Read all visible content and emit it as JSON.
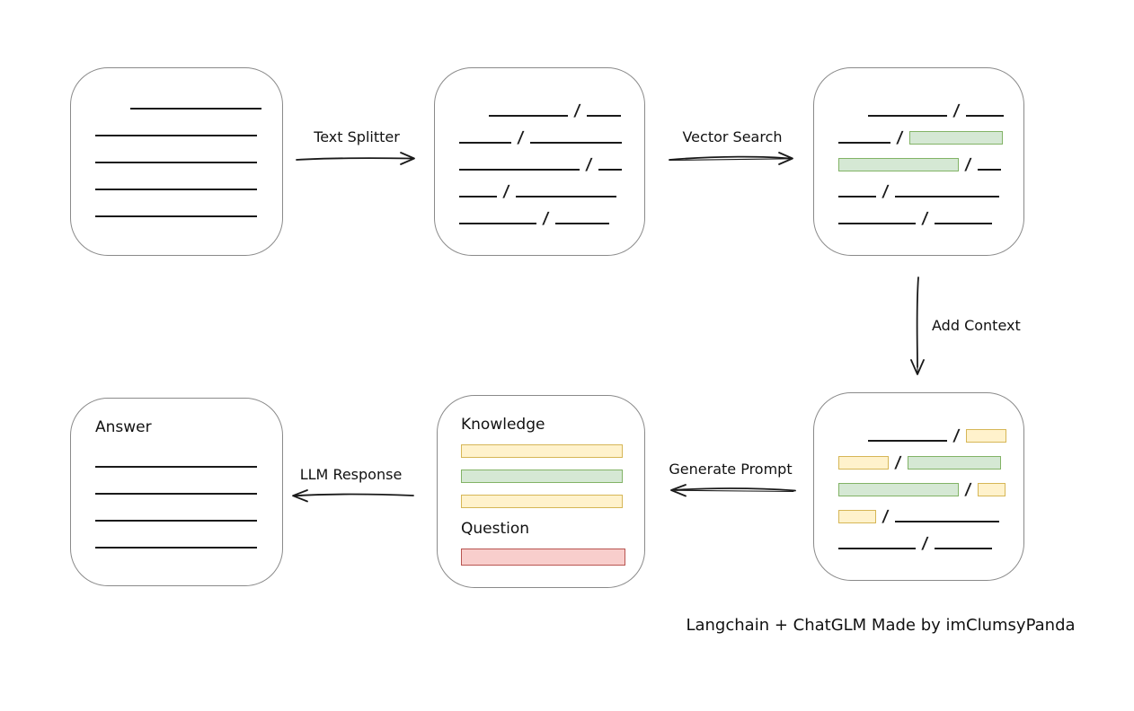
{
  "caption": "Langchain + ChatGLM Made by imClumsyPanda",
  "glyphs": {
    "slash": "/"
  },
  "colors": {
    "green_fill": "#d5e8d4",
    "green_border": "#82b366",
    "yellow_fill": "#fff2cc",
    "yellow_border": "#d6b656",
    "red_fill": "#f8cecc",
    "red_border": "#b85450",
    "line": "#1a1a1a",
    "box_border": "#8a8a8a"
  },
  "arrows": {
    "text_splitter": {
      "label": "Text Splitter",
      "direction": "right"
    },
    "vector_search": {
      "label": "Vector Search",
      "direction": "right"
    },
    "add_context": {
      "label": "Add Context",
      "direction": "down"
    },
    "generate_prompt": {
      "label": "Generate Prompt",
      "direction": "left"
    },
    "llm_response": {
      "label": "LLM Response",
      "direction": "left"
    }
  },
  "boxes": {
    "document": {
      "rows": [
        [
          {
            "t": "gap",
            "w": 32
          },
          {
            "t": "line",
            "w": 146
          }
        ],
        [
          {
            "t": "line",
            "w": 180
          }
        ],
        [
          {
            "t": "line",
            "w": 180
          }
        ],
        [
          {
            "t": "line",
            "w": 180
          }
        ],
        [
          {
            "t": "line",
            "w": 180
          }
        ]
      ]
    },
    "chunks": {
      "rows": [
        [
          {
            "t": "gap",
            "w": 26
          },
          {
            "t": "line",
            "w": 88
          },
          {
            "t": "slash"
          },
          {
            "t": "line",
            "w": 38
          }
        ],
        [
          {
            "t": "line",
            "w": 58
          },
          {
            "t": "slash"
          },
          {
            "t": "line",
            "w": 102
          }
        ],
        [
          {
            "t": "line",
            "w": 134
          },
          {
            "t": "slash"
          },
          {
            "t": "line",
            "w": 26
          }
        ],
        [
          {
            "t": "line",
            "w": 42
          },
          {
            "t": "slash"
          },
          {
            "t": "line",
            "w": 112
          }
        ],
        [
          {
            "t": "line",
            "w": 86
          },
          {
            "t": "slash"
          },
          {
            "t": "line",
            "w": 60
          }
        ]
      ]
    },
    "retrieved": {
      "rows": [
        [
          {
            "t": "gap",
            "w": 26
          },
          {
            "t": "line",
            "w": 88
          },
          {
            "t": "slash"
          },
          {
            "t": "line",
            "w": 42
          }
        ],
        [
          {
            "t": "line",
            "w": 58
          },
          {
            "t": "slash"
          },
          {
            "t": "bar",
            "c": "green",
            "w": 104
          }
        ],
        [
          {
            "t": "bar",
            "c": "green",
            "w": 134
          },
          {
            "t": "slash"
          },
          {
            "t": "line",
            "w": 26
          }
        ],
        [
          {
            "t": "line",
            "w": 42
          },
          {
            "t": "slash"
          },
          {
            "t": "line",
            "w": 116
          }
        ],
        [
          {
            "t": "line",
            "w": 86
          },
          {
            "t": "slash"
          },
          {
            "t": "line",
            "w": 64
          }
        ]
      ]
    },
    "context": {
      "rows": [
        [
          {
            "t": "gap",
            "w": 26
          },
          {
            "t": "line",
            "w": 88
          },
          {
            "t": "slash"
          },
          {
            "t": "bar",
            "c": "yellow",
            "w": 45
          }
        ],
        [
          {
            "t": "bar",
            "c": "yellow",
            "w": 56
          },
          {
            "t": "slash"
          },
          {
            "t": "bar",
            "c": "green",
            "w": 104
          }
        ],
        [
          {
            "t": "bar",
            "c": "green",
            "w": 134
          },
          {
            "t": "slash"
          },
          {
            "t": "bar",
            "c": "yellow",
            "w": 31
          }
        ],
        [
          {
            "t": "bar",
            "c": "yellow",
            "w": 42
          },
          {
            "t": "slash"
          },
          {
            "t": "line",
            "w": 116
          }
        ],
        [
          {
            "t": "line",
            "w": 86
          },
          {
            "t": "slash"
          },
          {
            "t": "line",
            "w": 64
          }
        ]
      ]
    },
    "prompt": {
      "knowledge_label": "Knowledge",
      "question_label": "Question",
      "knowledge_bars": [
        "yellow",
        "green",
        "yellow"
      ],
      "question_bars": [
        "red"
      ]
    },
    "answer": {
      "label": "Answer",
      "rows": [
        [
          {
            "t": "line",
            "w": 180
          }
        ],
        [
          {
            "t": "line",
            "w": 180
          }
        ],
        [
          {
            "t": "line",
            "w": 180
          }
        ],
        [
          {
            "t": "line",
            "w": 180
          }
        ]
      ]
    }
  }
}
